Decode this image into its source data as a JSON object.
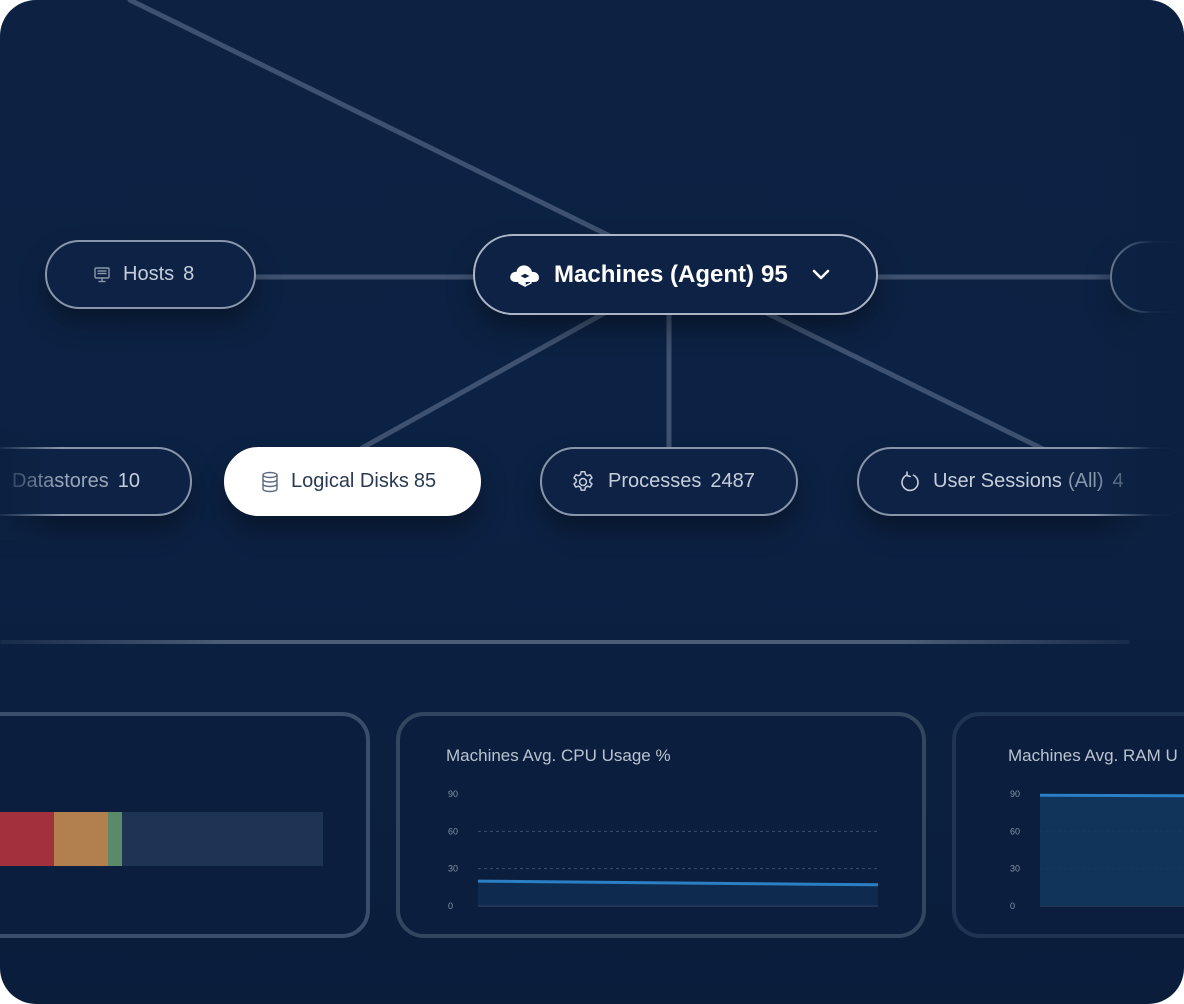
{
  "nodes": {
    "hosts": {
      "label": "Hosts",
      "count": "8",
      "icon": "monitor-icon"
    },
    "machines": {
      "label": "Machines (Agent)",
      "count": "95",
      "icon": "cloud-box-icon"
    },
    "datastores": {
      "label": "Datastores",
      "count": "10"
    },
    "logical_disks": {
      "label": "Logical Disks",
      "count": "85",
      "icon": "database-icon"
    },
    "processes": {
      "label": "Processes",
      "count": "2487",
      "icon": "gear-icon"
    },
    "user_sessions": {
      "label": "User Sessions",
      "suffix": "(All)",
      "count": "4",
      "icon": "refresh-icon"
    }
  },
  "cards": {
    "cpu": {
      "title": "Machines Avg. CPU Usage %"
    },
    "ram": {
      "title": "Machines Avg. RAM U"
    }
  },
  "chart_data": [
    {
      "type": "line",
      "title": "Machines Avg. CPU Usage %",
      "y_ticks": [
        "90",
        "60",
        "30",
        "0"
      ],
      "ylim": [
        0,
        90
      ],
      "grid": true,
      "series": [
        {
          "values": [
            20,
            19.5,
            19,
            18.5,
            18,
            17.5,
            17
          ]
        }
      ]
    },
    {
      "type": "area",
      "title": "Machines Avg. RAM U",
      "y_ticks": [
        "90",
        "60",
        "30",
        "0"
      ],
      "ylim": [
        0,
        90
      ],
      "grid": true,
      "series": [
        {
          "values": [
            89,
            88.8,
            88.6,
            88.4
          ]
        }
      ]
    },
    {
      "type": "bar",
      "stacked": true,
      "segments": [
        {
          "value": 13,
          "color": "#a3303d"
        },
        {
          "value": 11,
          "color": "#b2804f"
        },
        {
          "value": 3,
          "color": "#5a8a68"
        },
        {
          "value": 41,
          "color": "#1e3455"
        }
      ]
    }
  ],
  "colors": {
    "background": "#0c2244",
    "line": "#2b7fc4",
    "area": "#12365e",
    "border": "#8796ab"
  }
}
